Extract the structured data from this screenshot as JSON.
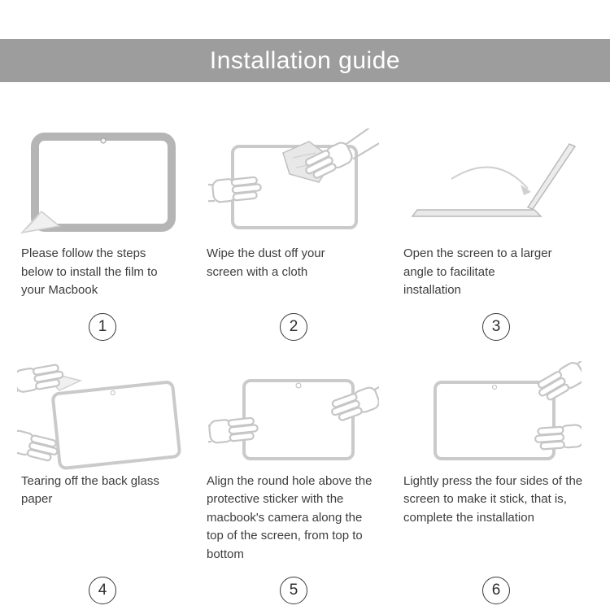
{
  "header": {
    "title": "Installation guide",
    "bg_color": "#9d9d9d",
    "text_color": "#ffffff"
  },
  "steps": [
    {
      "number": "1",
      "caption": "Please follow the steps below to install the film to your Macbook",
      "illustration": "macbook-film-corner-peel"
    },
    {
      "number": "2",
      "caption": "Wipe the dust off your screen with a cloth",
      "illustration": "hands-wiping-screen-with-cloth"
    },
    {
      "number": "3",
      "caption": "Open the screen to a larger angle to facilitate installation",
      "illustration": "laptop-opened-wide-angle"
    },
    {
      "number": "4",
      "caption": "Tearing off the back glass paper",
      "illustration": "hands-tearing-back-paper"
    },
    {
      "number": "5",
      "caption": "Align the round hole above the protective sticker with the macbook's camera along the top of the screen, from top to bottom",
      "illustration": "hands-aligning-film-to-camera"
    },
    {
      "number": "6",
      "caption": "Lightly press the four sides of the screen to make it stick, that is, complete the installation",
      "illustration": "hands-pressing-screen-edges"
    }
  ]
}
